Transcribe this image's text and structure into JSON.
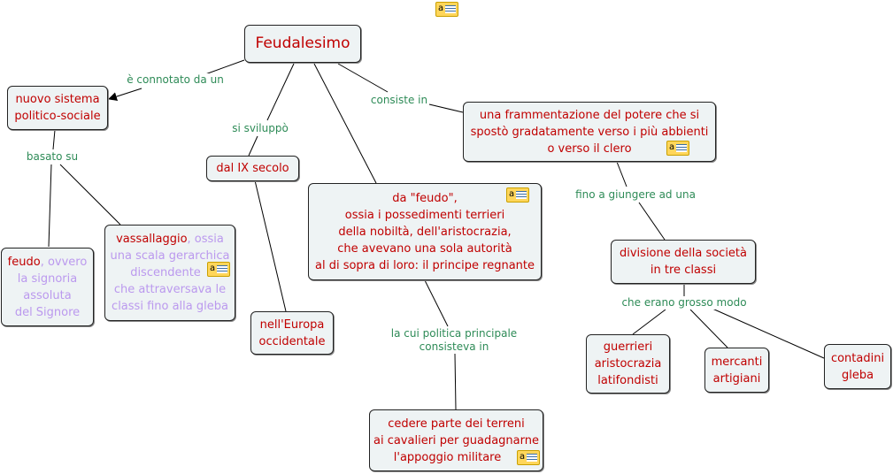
{
  "root": "Feudalesimo",
  "nodes": {
    "nuovo": [
      "nuovo sistema",
      "politico-sociale"
    ],
    "secolo": "dal IX secolo",
    "feudo": {
      "key": "feudo",
      "rest1": ", ovvero",
      "lines": [
        "la signoria",
        "assoluta",
        "del Signore"
      ]
    },
    "vassallaggio": {
      "key": "vassallaggio",
      "rest1": ", ossia",
      "lines": [
        "una scala gerarchica",
        "discendente",
        "che attraversava le",
        "classi fino alla gleba"
      ]
    },
    "dafeudo": [
      "da \"feudo\",",
      "ossia i possedimenti terrieri",
      "della nobiltà, dell'aristocrazia,",
      "che avevano una sola autorità",
      "al di sopra di loro: il principe regnante"
    ],
    "europa": [
      "nell'Europa",
      "occidentale"
    ],
    "frammentazione": [
      "una frammentazione del potere che si",
      "spostò gradatamente verso i più abbienti",
      "o verso il clero"
    ],
    "divisione": [
      "divisione della società",
      "in tre classi"
    ],
    "guerrieri": [
      "guerrieri",
      "aristocrazia",
      "latifondisti"
    ],
    "mercanti": [
      "mercanti",
      "artigiani"
    ],
    "contadini": [
      "contadini",
      "gleba"
    ],
    "cedere": [
      "cedere parte dei terreni",
      "ai cavalieri per guadagnarne",
      "l'appoggio militare"
    ]
  },
  "links": {
    "connotato": "è connotato da un",
    "sviluppo": "si sviluppò",
    "basato": "basato su",
    "consiste": "consiste in",
    "giungere": "fino a giungere ad una",
    "grosso": "che erano grosso modo",
    "politica": [
      "la cui politica principale",
      "consisteva in"
    ]
  },
  "note_glyph": "a"
}
